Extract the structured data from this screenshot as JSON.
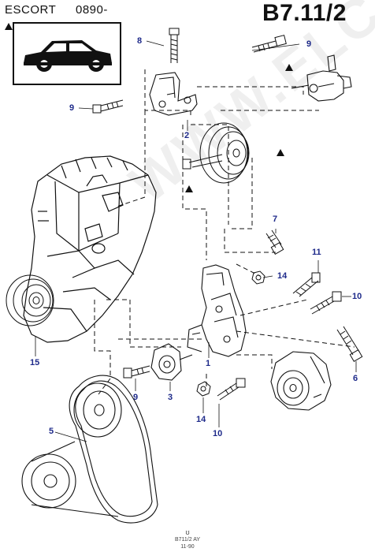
{
  "header": {
    "model": "ESCORT",
    "code": "0890-",
    "ref": "B7.11/2"
  },
  "watermark": "WWW.ELCATS.RU",
  "callouts": {
    "c8": "8",
    "c9a": "9",
    "c9b": "9",
    "c2": "2",
    "c7": "7",
    "c11": "11",
    "c14a": "14",
    "c10a": "10",
    "c15": "15",
    "c1": "1",
    "c6": "6",
    "c9c": "9",
    "c3": "3",
    "c14b": "14",
    "c10b": "10",
    "c5": "5"
  },
  "footer": {
    "symbol": "ʊ",
    "code": "B711/2 AY",
    "date": "11-90"
  },
  "colors": {
    "callout": "#1e2a8a",
    "line": "#111111"
  }
}
